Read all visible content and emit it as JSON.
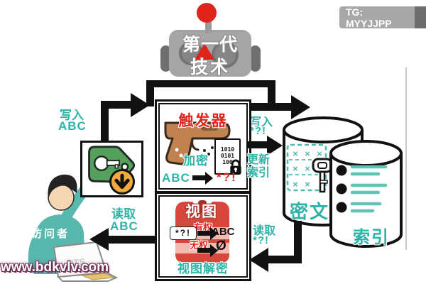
{
  "badge": {
    "label": "TG: MYYJJPP"
  },
  "watermark": {
    "label": "www.bdkvlv.com"
  },
  "robot": {
    "line1": "第一代",
    "line2": "技术"
  },
  "trigger": {
    "title": "触发器",
    "encrypt": "加密",
    "binary": [
      "1010",
      "0101",
      "100"
    ],
    "input": "ABC",
    "output": "*?!"
  },
  "flows": {
    "write_plain": {
      "l1": "写入",
      "l2": "ABC"
    },
    "write_cipher": {
      "l1": "写入",
      "l2": "*?!"
    },
    "update_index": {
      "l1": "更新",
      "l2": "索引"
    },
    "read_cipher": {
      "l1": "读取",
      "l2": "*?!"
    },
    "read_plain": {
      "l1": "读取",
      "l2": "ABC"
    }
  },
  "db": {
    "cipher_label": "密文",
    "index_label": "索引"
  },
  "view": {
    "title": "视图",
    "authorized": "有权",
    "unauthorized": "无权",
    "chip": "*?!",
    "result": "ABC",
    "denied": "Ø",
    "footer": "视图解密"
  },
  "visitor": {
    "label": "访问者",
    "laptop_text": "DTS"
  },
  "colors": {
    "teal": "#2eb3a7",
    "red": "#e0261c",
    "vest_red": "#d8473c",
    "gun_brown": "#c08250",
    "tag_green": "#55a05c",
    "download_orange": "#f2a93b",
    "robot_gray": "#a5a5a5",
    "badge_gray": "#a8a8a8"
  }
}
